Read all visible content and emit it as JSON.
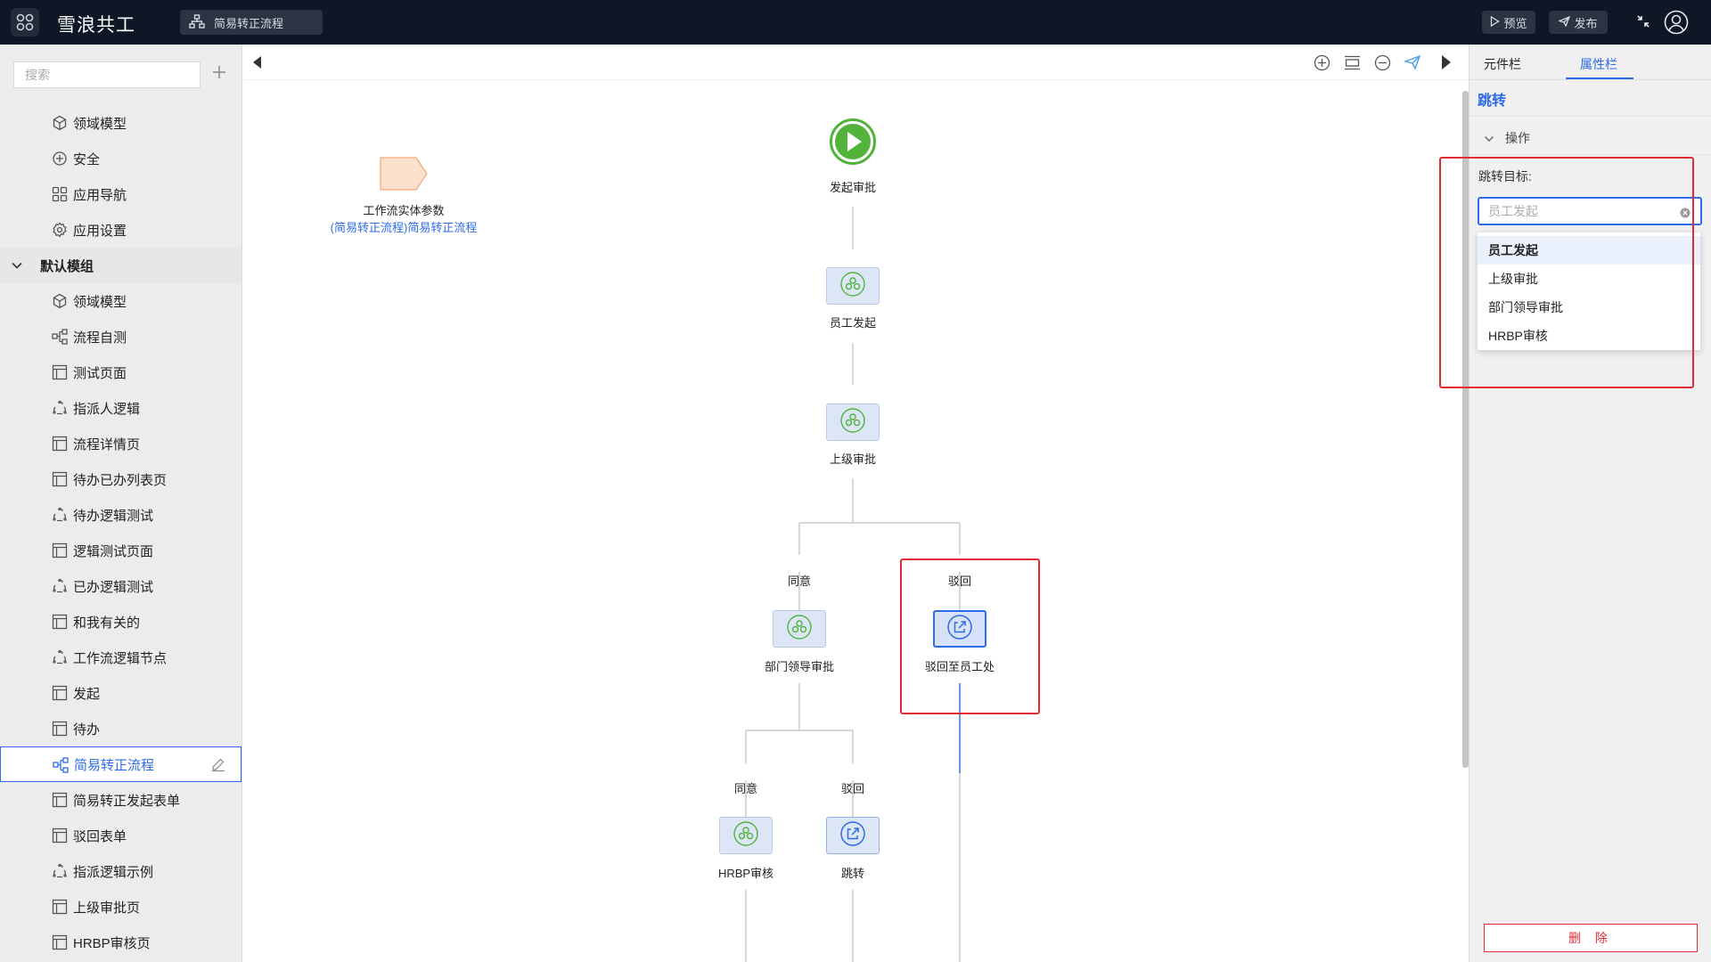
{
  "topbar": {
    "app_title": "雪浪共工",
    "flow_tab": "简易转正流程",
    "preview_label": "预览",
    "publish_label": "发布"
  },
  "sidebar": {
    "search_placeholder": "搜索",
    "items": [
      {
        "label": "领域模型",
        "icon": "cube-icon"
      },
      {
        "label": "安全",
        "icon": "shield-icon"
      },
      {
        "label": "应用导航",
        "icon": "grid-icon"
      },
      {
        "label": "应用设置",
        "icon": "gear-icon"
      }
    ],
    "group_label": "默认模组",
    "group_items": [
      {
        "label": "领域模型",
        "icon": "cube-icon"
      },
      {
        "label": "流程自测",
        "icon": "flow-icon"
      },
      {
        "label": "测试页面",
        "icon": "page-icon"
      },
      {
        "label": "指派人逻辑",
        "icon": "logic-icon"
      },
      {
        "label": "流程详情页",
        "icon": "page-icon"
      },
      {
        "label": "待办已办列表页",
        "icon": "page-icon"
      },
      {
        "label": "待办逻辑测试",
        "icon": "logic-icon"
      },
      {
        "label": "逻辑测试页面",
        "icon": "page-icon"
      },
      {
        "label": "已办逻辑测试",
        "icon": "logic-icon"
      },
      {
        "label": "和我有关的",
        "icon": "page-icon"
      },
      {
        "label": "工作流逻辑节点",
        "icon": "logic-icon"
      },
      {
        "label": "发起",
        "icon": "page-icon"
      },
      {
        "label": "待办",
        "icon": "page-icon"
      },
      {
        "label": "简易转正流程",
        "icon": "flow-icon",
        "active": true
      },
      {
        "label": "简易转正发起表单",
        "icon": "page-icon"
      },
      {
        "label": "驳回表单",
        "icon": "page-icon"
      },
      {
        "label": "指派逻辑示例",
        "icon": "logic-icon"
      },
      {
        "label": "上级审批页",
        "icon": "page-icon"
      },
      {
        "label": "HRBP审核页",
        "icon": "page-icon"
      }
    ]
  },
  "canvas": {
    "entity_param_label": "工作流实体参数",
    "entity_param_link": "(简易转正流程)简易转正流程",
    "start_label": "发起审批",
    "node_employee": "员工发起",
    "node_superior": "上级审批",
    "branch1_agree": "同意",
    "branch1_reject": "驳回",
    "node_dept": "部门领导审批",
    "node_reject_back": "驳回至员工处",
    "branch2_agree": "同意",
    "branch2_reject": "驳回",
    "node_hrbp": "HRBP审核",
    "node_jump": "跳转"
  },
  "right_panel": {
    "tab_components": "元件栏",
    "tab_properties": "属性栏",
    "panel_title": "跳转",
    "section_label": "操作",
    "field_label": "跳转目标:",
    "field_placeholder": "员工发起",
    "options": [
      "员工发起",
      "上级审批",
      "部门领导审批",
      "HRBP审核"
    ],
    "delete_label": "删 除"
  },
  "colors": {
    "accent": "#2e6be6",
    "highlight_red": "#e32b36",
    "topbar_bg": "#0e1726",
    "start_green": "#52b33b"
  }
}
